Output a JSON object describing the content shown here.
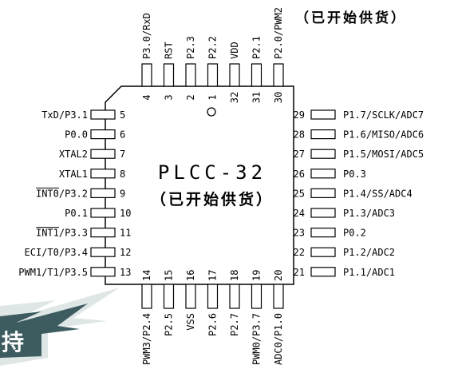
{
  "top_note": "（已开始供货）",
  "chip": {
    "name": "PLCC-32",
    "status": "（已开始供货）"
  },
  "banner_text": "持",
  "colors": {
    "line": "#000000",
    "text": "#000000",
    "banner_dark": "#3d5c60",
    "banner_light": "#dfe6e6"
  },
  "pins": {
    "top": [
      {
        "num": "4",
        "label": "P3.0/RxD"
      },
      {
        "num": "3",
        "label": "RST"
      },
      {
        "num": "2",
        "label": "P2.3"
      },
      {
        "num": "1",
        "label": "P2.2"
      },
      {
        "num": "32",
        "label": "VDD"
      },
      {
        "num": "31",
        "label": "P2.1"
      },
      {
        "num": "30",
        "label": "P2.0/PWM2"
      }
    ],
    "left": [
      {
        "num": "5",
        "label": "TxD/P3.1"
      },
      {
        "num": "6",
        "label": "P0.0"
      },
      {
        "num": "7",
        "label": "XTAL2"
      },
      {
        "num": "8",
        "label": "XTAL1"
      },
      {
        "num": "9",
        "label": "INT0/P3.2",
        "overline": "INT0"
      },
      {
        "num": "10",
        "label": "P0.1"
      },
      {
        "num": "11",
        "label": "INT1/P3.3",
        "overline": "INT1"
      },
      {
        "num": "12",
        "label": "ECI/T0/P3.4"
      },
      {
        "num": "13",
        "label": "PWM1/T1/P3.5"
      }
    ],
    "right": [
      {
        "num": "29",
        "label": "P1.7/SCLK/ADC7"
      },
      {
        "num": "28",
        "label": "P1.6/MISO/ADC6"
      },
      {
        "num": "27",
        "label": "P1.5/MOSI/ADC5"
      },
      {
        "num": "26",
        "label": "P0.3"
      },
      {
        "num": "25",
        "label": "P1.4/SS/ADC4"
      },
      {
        "num": "24",
        "label": "P1.3/ADC3"
      },
      {
        "num": "23",
        "label": "P0.2"
      },
      {
        "num": "22",
        "label": "P1.2/ADC2"
      },
      {
        "num": "21",
        "label": "P1.1/ADC1"
      }
    ],
    "bottom": [
      {
        "num": "14",
        "label": "PWM3/P2.4"
      },
      {
        "num": "15",
        "label": "P2.5"
      },
      {
        "num": "16",
        "label": "VSS"
      },
      {
        "num": "17",
        "label": "P2.6"
      },
      {
        "num": "18",
        "label": "P2.7"
      },
      {
        "num": "19",
        "label": "PWM0/P3.7"
      },
      {
        "num": "20",
        "label": "ADC0/P1.0"
      }
    ]
  }
}
